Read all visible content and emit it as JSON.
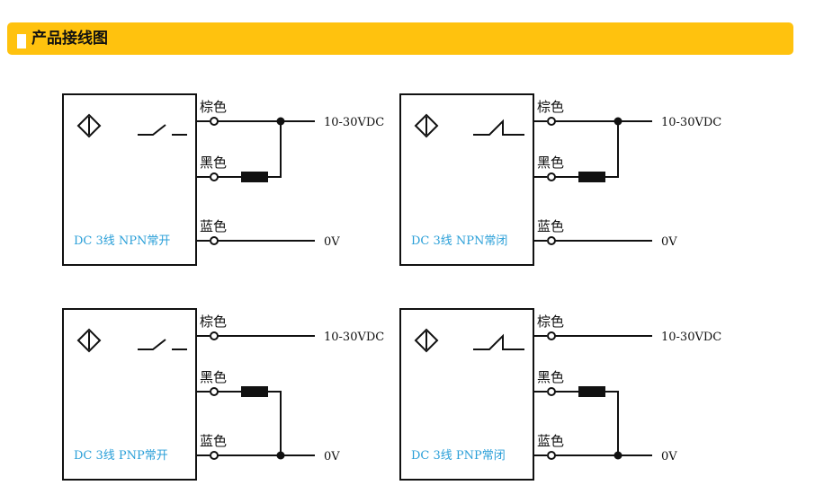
{
  "header": {
    "title": "产品接线图"
  },
  "colors": {
    "accent": "#FFC20E",
    "label_blue": "#2A9FD8",
    "line": "#111111"
  },
  "icons": {
    "sensor": "sensor-diamond-icon",
    "switch_no": "normally-open-switch-icon",
    "switch_nc": "normally-closed-switch-icon",
    "load": "load-resistor-icon"
  },
  "wire_labels": {
    "brown": "棕色",
    "black": "黑色",
    "blue": "蓝色"
  },
  "voltages": {
    "supply": "10-30VDC",
    "ground": "0V"
  },
  "diagrams": [
    {
      "id": "npn-no",
      "type_label": "DC 3线 NPN常开",
      "output": "npn",
      "contact": "no"
    },
    {
      "id": "npn-nc",
      "type_label": "DC 3线 NPN常闭",
      "output": "npn",
      "contact": "nc"
    },
    {
      "id": "pnp-no",
      "type_label": "DC 3线 PNP常开",
      "output": "pnp",
      "contact": "no"
    },
    {
      "id": "pnp-nc",
      "type_label": "DC 3线 PNP常闭",
      "output": "pnp",
      "contact": "nc"
    }
  ]
}
